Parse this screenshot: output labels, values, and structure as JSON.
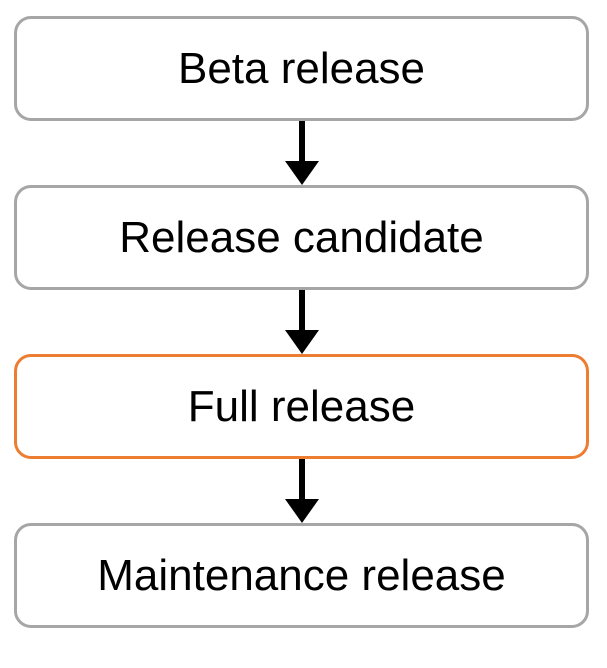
{
  "colors": {
    "background": "#ffffff",
    "node_border": "#a6a6a6",
    "highlight_border": "#ed7d31",
    "arrow": "#000000",
    "text": "#000000"
  },
  "flowchart": {
    "type": "vertical-flow",
    "connector_icon": "down-arrow",
    "nodes": [
      {
        "label": "Beta release",
        "highlighted": false
      },
      {
        "label": "Release candidate",
        "highlighted": false
      },
      {
        "label": "Full release",
        "highlighted": true
      },
      {
        "label": "Maintenance release",
        "highlighted": false
      }
    ]
  }
}
